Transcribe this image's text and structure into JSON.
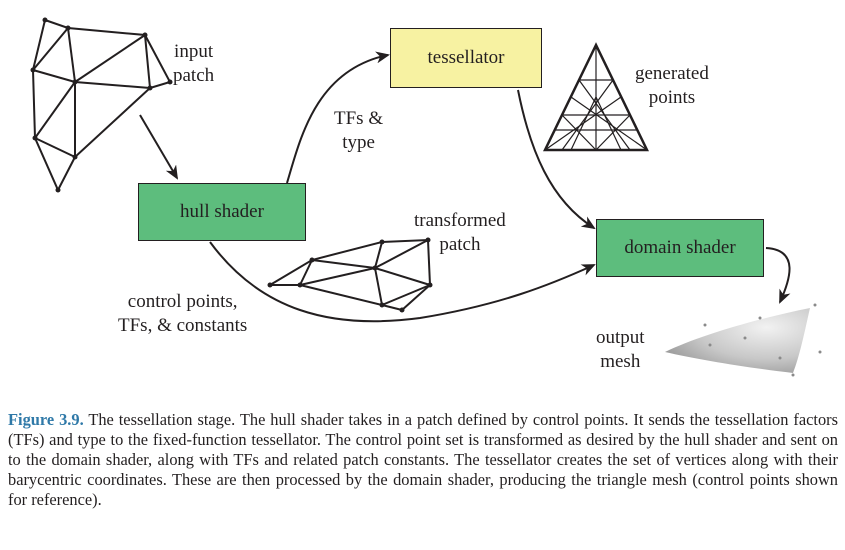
{
  "nodes": {
    "tessellator": "tessellator",
    "hull_shader": "hull shader",
    "domain_shader": "domain shader"
  },
  "labels": {
    "input_patch": [
      "input",
      "patch"
    ],
    "generated_points": [
      "generated",
      "points"
    ],
    "tfs_type": [
      "TFs &",
      "type"
    ],
    "transformed_patch": [
      "transformed",
      "patch"
    ],
    "control_points": [
      "control points,",
      "TFs, & constants"
    ],
    "output_mesh": [
      "output",
      "mesh"
    ]
  },
  "colors": {
    "shader_fill": "#5dbd7d",
    "tessellator_fill": "#f7f2a2",
    "caption_label": "#2f79a8",
    "ink": "#231f20"
  },
  "caption": {
    "label": "Figure 3.9.",
    "text": "The tessellation stage. The hull shader takes in a patch defined by control points. It sends the tessellation factors (TFs) and type to the fixed-function tessellator. The control point set is transformed as desired by the hull shader and sent on to the domain shader, along with TFs and related patch constants. The tessellator creates the set of vertices along with their barycentric coordinates. These are then processed by the domain shader, producing the triangle mesh (control points shown for reference)."
  }
}
